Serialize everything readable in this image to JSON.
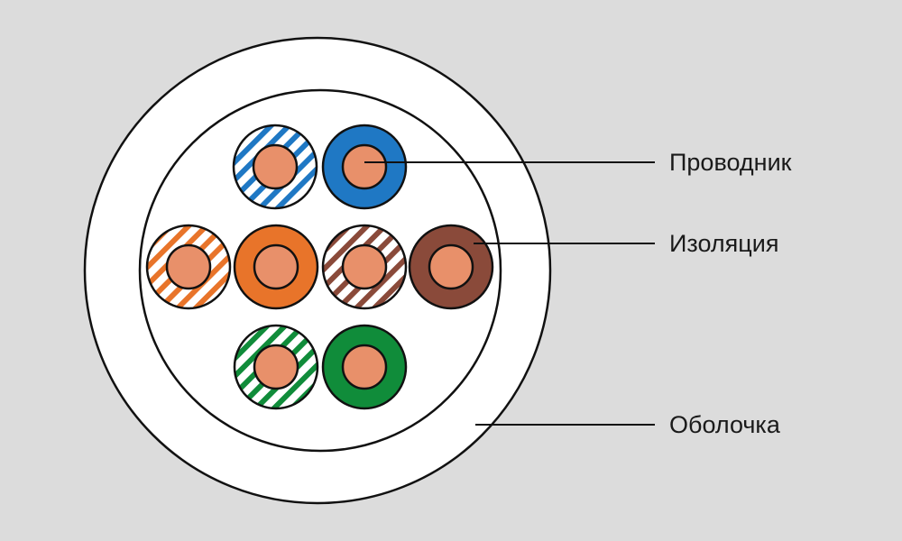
{
  "labels": {
    "conductor": "Проводник",
    "insulation": "Изоляция",
    "sheath": "Оболочка"
  },
  "colors": {
    "background": "#dcdcdc",
    "sheath": "#ffffff",
    "outline": "#111111",
    "copper": "#e8906a",
    "blue": "#1f78c4",
    "orange": "#e8742a",
    "brown": "#8a4a3a",
    "green": "#108c3a",
    "stripe_white": "#ffffff"
  },
  "wires": [
    {
      "id": "blue-white",
      "color": "blue",
      "striped": true
    },
    {
      "id": "blue",
      "color": "blue",
      "striped": false
    },
    {
      "id": "orange-white",
      "color": "orange",
      "striped": true
    },
    {
      "id": "orange",
      "color": "orange",
      "striped": false
    },
    {
      "id": "brown-white",
      "color": "brown",
      "striped": true
    },
    {
      "id": "brown",
      "color": "brown",
      "striped": false
    },
    {
      "id": "green-white",
      "color": "green",
      "striped": true
    },
    {
      "id": "green",
      "color": "green",
      "striped": false
    }
  ]
}
